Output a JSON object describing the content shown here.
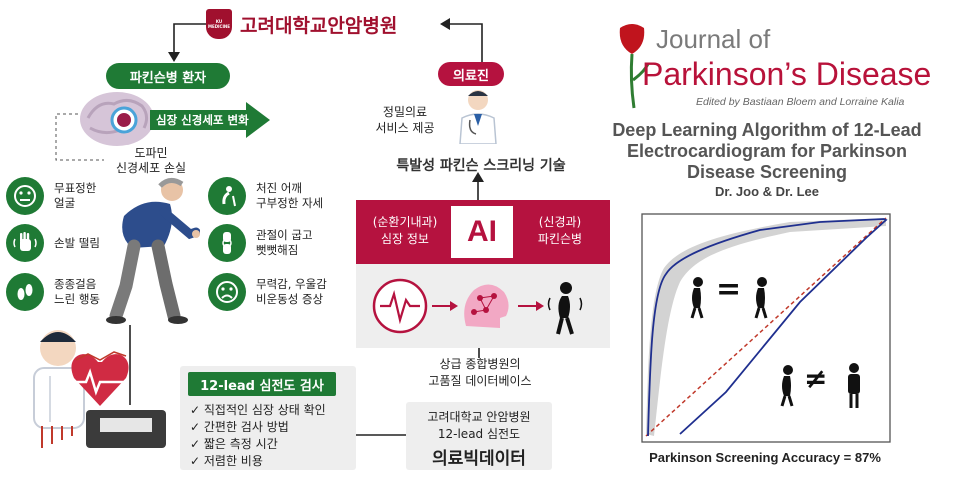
{
  "hospital": {
    "logo_text": "KU MEDICINE",
    "name": "고려대학교안암병원"
  },
  "patient": {
    "label": "파킨슨병 환자",
    "arrow_label": "심장 신경세포 변화",
    "brain_caption": [
      "도파민",
      "신경세포 손실"
    ]
  },
  "symptoms_left": [
    {
      "icon": "expressionless-face-icon",
      "text": [
        "무표정한",
        "얼굴"
      ]
    },
    {
      "icon": "trembling-hand-icon",
      "text": [
        "손발 떨림"
      ]
    },
    {
      "icon": "footprints-icon",
      "text": [
        "종종걸음",
        "느린 행동"
      ]
    }
  ],
  "symptoms_right": [
    {
      "icon": "stooped-posture-icon",
      "text": [
        "처진 어깨",
        "구부정한 자세"
      ]
    },
    {
      "icon": "stiff-joint-icon",
      "text": [
        "관절이 굽고",
        "뻣뻣해짐"
      ]
    },
    {
      "icon": "sad-face-icon",
      "text": [
        "무력감, 우울감",
        "비운동성 증상"
      ]
    }
  ],
  "ecg": {
    "title": "12-lead 심전도 검사",
    "items": [
      "직접적인 심장 상태 확인",
      "간편한 검사 방법",
      "짧은 측정 시간",
      "저렴한 비용"
    ]
  },
  "medical": {
    "label": "의료진",
    "service": [
      "정밀의료",
      "서비스 제공"
    ],
    "technology": "특발성 파킨슨 스크리닝 기술"
  },
  "ai": {
    "left_text": [
      "(순환기내과)",
      "심장 정보"
    ],
    "center": "AI",
    "right_text": [
      "(신경과)",
      "파킨슨병"
    ]
  },
  "database": {
    "caption": [
      "상급 종합병원의",
      "고품질 데이터베이스"
    ],
    "box_lines": [
      "고려대학교 안암병원",
      "12-lead 심전도"
    ],
    "box_big": "의료빅데이터"
  },
  "journal": {
    "line1": "Journal of",
    "line2": "Parkinson’s Disease",
    "editors": "Edited by Bastiaan Bloem and Lorraine Kalia"
  },
  "paper": {
    "title": [
      "Deep Learning Algorithm of 12-Lead",
      "Electrocardiogram for Parkinson",
      "Disease Screening"
    ],
    "authors": "Dr. Joo & Dr. Lee"
  },
  "roc": {
    "symbol_equal": "=",
    "symbol_not_equal": "≠",
    "accuracy": "Parkinson Screening Accuracy = 87%"
  },
  "colors": {
    "green": "#1f7a35",
    "crimson": "#b5123f",
    "roc_curve": "#1f2f8f",
    "diagonal": "#c0392b"
  }
}
